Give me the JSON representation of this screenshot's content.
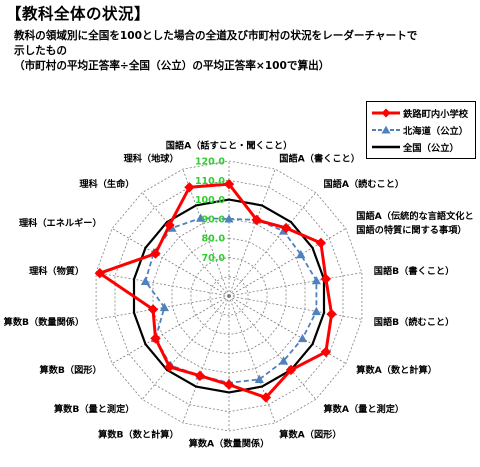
{
  "header": {
    "title": "【教科全体の状況】",
    "desc_line1": "教科の領域別に全国を100とした場合の全道及び市町村の状況をレーダーチャートで",
    "desc_line2": "示したもの",
    "desc_line3": "（市町村の平均正答率÷全国（公立）の平均正答率×100で算出）"
  },
  "chart_data": {
    "type": "radar",
    "axes": [
      "国語A（話すこと・聞くこと）",
      "国語A（書くこと）",
      "国語A（読むこと）",
      "国語A（伝統的な言語文化と国語の特質に関する事項）",
      "国語B（書くこと）",
      "国語B（読むこと）",
      "算数A（数と計算）",
      "算数A（量と測定）",
      "算数A（図形）",
      "算数A（数量関係）",
      "算数B（数と計算）",
      "算数B（量と測定）",
      "算数B（図形）",
      "算数B（数量関係）",
      "理科（物質）",
      "理科（エネルギー）",
      "理科（生命）",
      "理科（地球）"
    ],
    "axis_label_lines": [
      [
        "国語A（話すこと・聞くこと）"
      ],
      [
        "国語A（書くこと）"
      ],
      [
        "国語A（読むこと）"
      ],
      [
        "国語A（伝統的な言語文化と",
        "国語の特質に関する事項）"
      ],
      [
        "国語B（書くこと）"
      ],
      [
        "国語B（読むこと）"
      ],
      [
        "算数A（数と計算）"
      ],
      [
        "算数A（量と測定）"
      ],
      [
        "算数A（図形）"
      ],
      [
        "算数A（数量関係）"
      ],
      [
        "算数B（数と計算）"
      ],
      [
        "算数B（量と測定）"
      ],
      [
        "算数B（図形）"
      ],
      [
        "算数B（数量関係）"
      ],
      [
        "理科（物質）"
      ],
      [
        "理科（エネルギー）"
      ],
      [
        "理科（生命）"
      ],
      [
        "理科（地球）"
      ]
    ],
    "rmin": 50,
    "rmax": 120,
    "ticks": [
      50,
      60,
      70,
      80,
      90,
      100,
      110,
      120
    ],
    "tick_labels": [
      "70.0",
      "80.0",
      "90.0",
      "100.0",
      "110.0",
      "120.0"
    ],
    "tick_label_values": [
      70,
      80,
      90,
      100,
      110,
      120
    ],
    "series": [
      {
        "name": "鉄路町内小学校",
        "color": "#ff0000",
        "marker": "diamond",
        "dash": false,
        "values": [
          108,
          92,
          96,
          105,
          101,
          104,
          108,
          100,
          106,
          96,
          94,
          98,
          94,
          90,
          118,
          94,
          98,
          110
        ]
      },
      {
        "name": "北海道（公立）",
        "color": "#4f81bd",
        "marker": "triangle",
        "dash": true,
        "values": [
          90,
          92,
          94,
          93,
          96,
          96,
          94,
          94,
          96,
          95,
          94,
          97,
          94,
          84,
          94,
          95,
          96,
          93
        ]
      },
      {
        "name": "全国（公立）",
        "color": "#000000",
        "marker": "none",
        "dash": false,
        "values": [
          100,
          100,
          100,
          100,
          100,
          100,
          100,
          100,
          100,
          100,
          100,
          100,
          100,
          100,
          100,
          100,
          100,
          100
        ]
      }
    ],
    "legend_position": "top-right",
    "grid": true
  }
}
